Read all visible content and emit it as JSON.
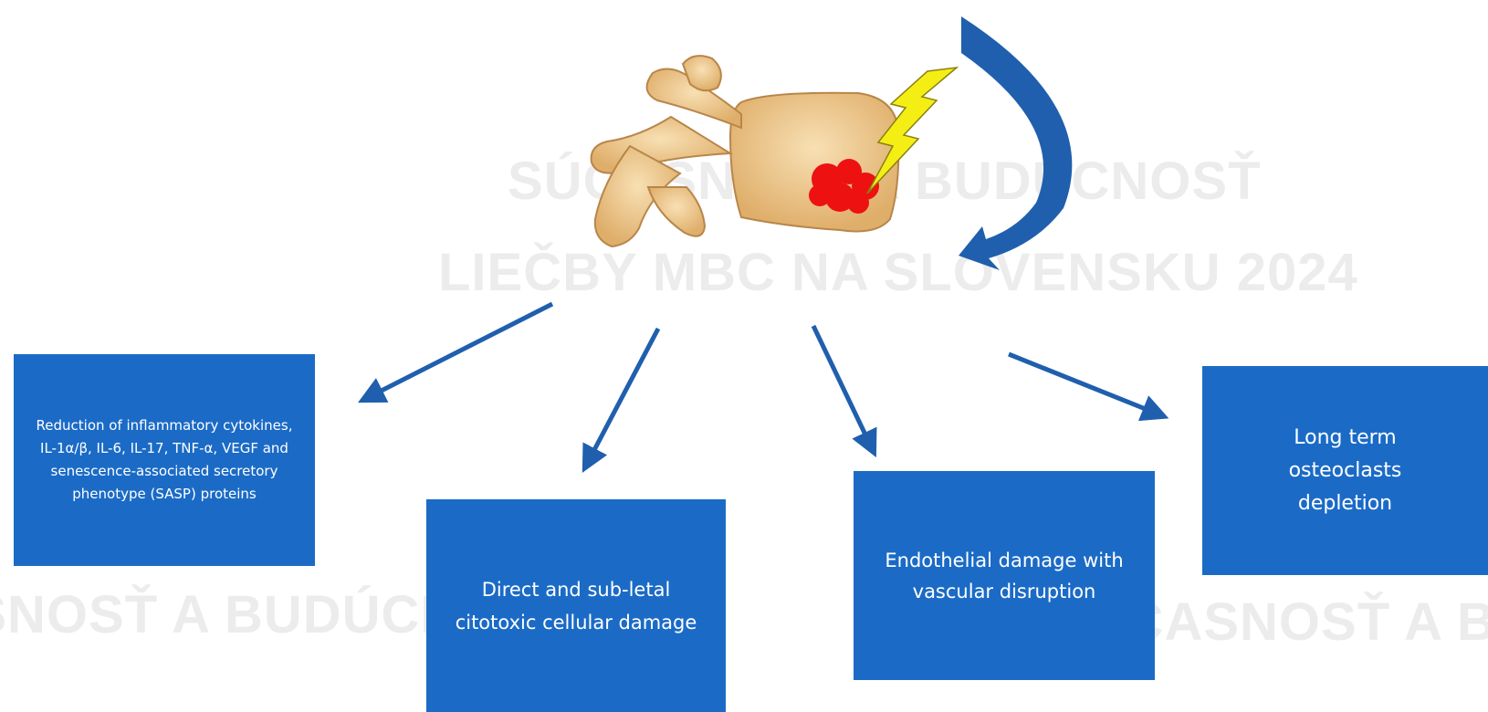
{
  "watermark": {
    "line1": "SÚČASNOSŤ A BUDÚCNOSŤ",
    "line2": "LIEČBY MBC NA SLOVENSKU 2024"
  },
  "boxes": [
    {
      "text": "Reduction of inflammatory cytokines, IL-1α/β, IL-6, IL-17, TNF-α, VEGF and senescence-associated secretory phenotype (SASP) proteins"
    },
    {
      "text": "Direct and sub-letal citotoxic cellular damage"
    },
    {
      "text": "Endothelial damage with vascular disruption"
    },
    {
      "text": "Long term osteoclasts depletion"
    }
  ],
  "colors": {
    "box": "#1b6bc6",
    "arrow": "#1f5fae",
    "lesion": "#ee1111",
    "lightning": "#f4ee15",
    "bone": "#efc98f",
    "watermark": "#ececec"
  },
  "icons": {
    "bone": "vertebra-illustration",
    "lightning": "lightning-bolt-icon",
    "lesion": "metastatic-lesion"
  }
}
